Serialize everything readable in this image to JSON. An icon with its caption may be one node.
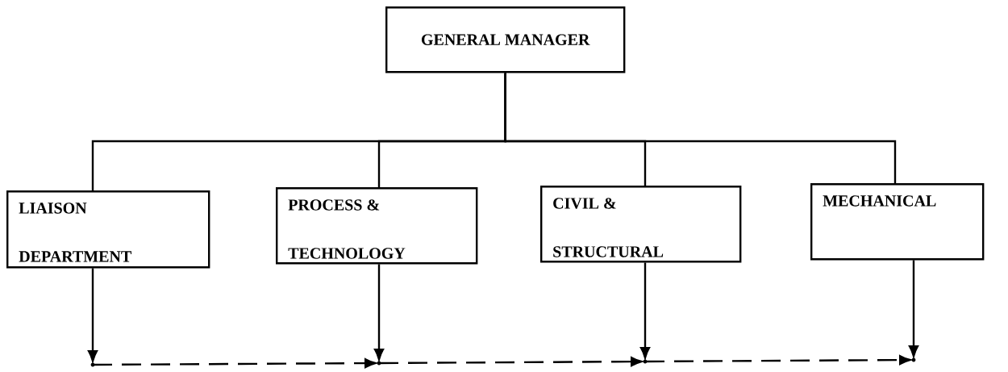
{
  "diagram": {
    "nodes": [
      {
        "text": [
          "GENERAL MANAGER"
        ]
      },
      {
        "text": [
          "LIAISON DEPARTMENT"
        ]
      },
      {
        "text": [
          "PROCESS & TECHNOLOGY"
        ]
      },
      {
        "text": [
          "CIVIL & STRUCTURAL"
        ]
      },
      {
        "text": [
          "MECHANICAL"
        ]
      },
      {
        "text": [],
        "shape": "point"
      },
      {
        "text": [],
        "shape": "point"
      },
      {
        "text": [],
        "shape": "point"
      },
      {
        "text": [],
        "shape": "point"
      }
    ],
    "edges": [
      {
        "from": 0,
        "to": 1,
        "arrow": "none"
      },
      {
        "from": 0,
        "to": 2,
        "arrow": "none"
      },
      {
        "from": 0,
        "to": 3,
        "arrow": "none"
      },
      {
        "from": 0,
        "to": 4,
        "arrow": "none"
      },
      {
        "from": 1,
        "to": 5,
        "arrow": "to"
      },
      {
        "from": 2,
        "to": 6,
        "arrow": "to"
      },
      {
        "from": 3,
        "to": 7,
        "arrow": "to"
      },
      {
        "from": 4,
        "to": 8,
        "arrow": "to"
      },
      {
        "from": 5,
        "to": 6,
        "arrow": "to",
        "style": "dashed"
      },
      {
        "from": 6,
        "to": 7,
        "arrow": "to",
        "style": "dashed"
      },
      {
        "from": 7,
        "to": 8,
        "arrow": "to",
        "style": "dashed"
      }
    ]
  }
}
